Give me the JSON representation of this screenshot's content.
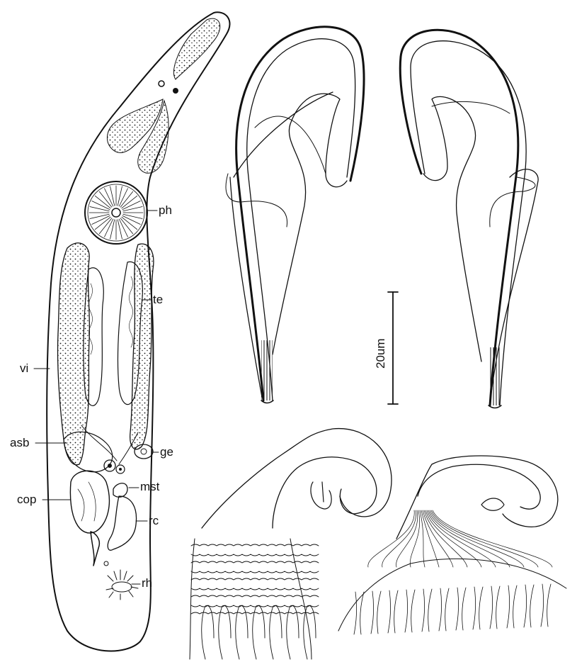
{
  "labels": {
    "ph": "ph",
    "te": "te",
    "vi": "vi",
    "asb": "asb",
    "ge": "ge",
    "mst": "mst",
    "cop": "cop",
    "rc": "rc",
    "rh": "rh"
  },
  "scale_bar": {
    "label": "20um"
  },
  "colors": {
    "ink": "#111111",
    "background": "#ffffff"
  }
}
